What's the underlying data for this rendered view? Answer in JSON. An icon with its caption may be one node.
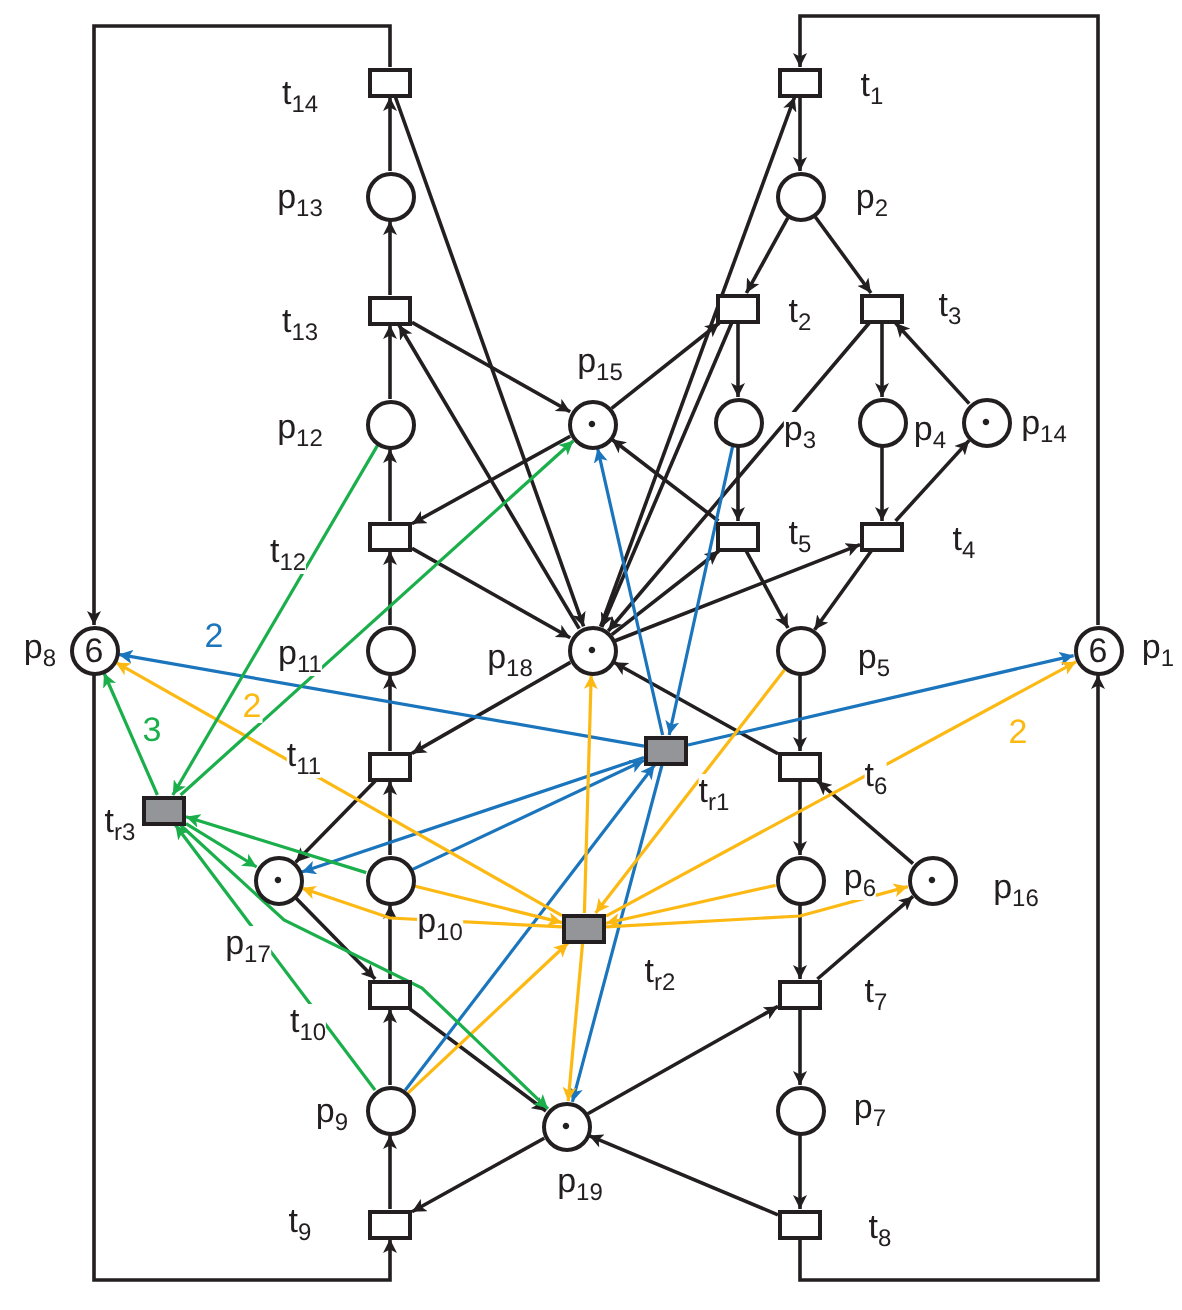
{
  "diagram": {
    "nodes": [
      {
        "text": [
          "6"
        ],
        "beside": [
          "p$_{1}$"
        ]
      },
      {
        "text": [],
        "shape": "circle",
        "beside": [
          "p$_{2}$"
        ]
      },
      {
        "text": [],
        "shape": "circle",
        "beside": [
          "p$_{3}$"
        ]
      },
      {
        "text": [],
        "shape": "circle",
        "beside": [
          "p$_{4}$"
        ]
      },
      {
        "text": [],
        "shape": "circle",
        "beside": [
          "p$_{5}$"
        ]
      },
      {
        "text": [],
        "shape": "circle",
        "beside": [
          "p$_{6}$"
        ]
      },
      {
        "text": [],
        "shape": "circle",
        "beside": [
          "p$_{7}$"
        ]
      },
      {
        "text": [
          "6"
        ],
        "beside": [
          "p$_{8}$"
        ]
      },
      {
        "text": [],
        "shape": "circle",
        "beside": [
          "p$_{9}$"
        ]
      },
      {
        "text": [],
        "shape": "circle",
        "beside": [
          "p$_{10}$"
        ]
      },
      {
        "text": [],
        "shape": "circle",
        "beside": [
          "p$_{11}$"
        ]
      },
      {
        "text": [],
        "shape": "circle",
        "beside": [
          "p$_{12}$"
        ]
      },
      {
        "text": [],
        "shape": "circle",
        "beside": [
          "p$_{13}$"
        ]
      },
      {
        "text": [
          "•"
        ],
        "beside": [
          "p$_{14}$"
        ]
      },
      {
        "text": [
          "•"
        ],
        "beside": [
          "p$_{15}$"
        ]
      },
      {
        "text": [
          "•"
        ],
        "beside": [
          "p$_{16}$"
        ]
      },
      {
        "text": [
          "•"
        ],
        "beside": [
          "p$_{17}$"
        ]
      },
      {
        "text": [
          "•"
        ],
        "beside": [
          "p$_{18}$"
        ]
      },
      {
        "text": [
          "•"
        ],
        "beside": [
          "p$_{19}$"
        ]
      },
      {
        "text": [],
        "shape": "box",
        "beside": [
          "t$_{1}$"
        ]
      },
      {
        "text": [],
        "shape": "box",
        "beside": [
          "t$_{2}$"
        ]
      },
      {
        "text": [],
        "shape": "box",
        "beside": [
          "t$_{3}$"
        ]
      },
      {
        "text": [],
        "shape": "box",
        "beside": [
          "t$_{4}$"
        ]
      },
      {
        "text": [],
        "shape": "box",
        "beside": [
          "t$_{5}$"
        ]
      },
      {
        "text": [],
        "shape": "box",
        "beside": [
          "t$_{6}$"
        ]
      },
      {
        "text": [],
        "shape": "box",
        "beside": [
          "t$_{7}$"
        ]
      },
      {
        "text": [],
        "shape": "box",
        "beside": [
          "t$_{8}$"
        ]
      },
      {
        "text": [],
        "shape": "box",
        "beside": [
          "t$_{9}$"
        ]
      },
      {
        "text": [],
        "shape": "box",
        "beside": [
          "t$_{10}$"
        ]
      },
      {
        "text": [],
        "shape": "box",
        "beside": [
          "t$_{11}$"
        ]
      },
      {
        "text": [],
        "shape": "box",
        "beside": [
          "t$_{12}$"
        ]
      },
      {
        "text": [],
        "shape": "box",
        "beside": [
          "t$_{13}$"
        ]
      },
      {
        "text": [],
        "shape": "box",
        "beside": [
          "t$_{14}$"
        ]
      },
      {
        "text": [],
        "shape": "box",
        "beside": [
          "t$_{r1}$"
        ]
      },
      {
        "text": [],
        "shape": "box",
        "beside": [
          "t$_{r2}$"
        ]
      },
      {
        "text": [],
        "shape": "box",
        "beside": [
          "t$_{r3}$"
        ]
      }
    ],
    "edges": [
      {
        "from": 19,
        "to": 1,
        "arrow": "to"
      },
      {
        "from": 1,
        "to": 20,
        "arrow": "to"
      },
      {
        "from": 1,
        "to": 21,
        "arrow": "to"
      },
      {
        "from": 20,
        "to": 2,
        "arrow": "to"
      },
      {
        "from": 21,
        "to": 3,
        "arrow": "to"
      },
      {
        "from": 2,
        "to": 23,
        "arrow": "to"
      },
      {
        "from": 3,
        "to": 22,
        "arrow": "to"
      },
      {
        "from": 13,
        "to": 21,
        "arrow": "to"
      },
      {
        "from": 22,
        "to": 13,
        "arrow": "to"
      },
      {
        "from": 23,
        "to": 4,
        "arrow": "to"
      },
      {
        "from": 22,
        "to": 4,
        "arrow": "to"
      },
      {
        "from": 4,
        "to": 24,
        "arrow": "to"
      },
      {
        "from": 24,
        "to": 5,
        "arrow": "to"
      },
      {
        "from": 5,
        "to": 25,
        "arrow": "to"
      },
      {
        "from": 25,
        "to": 6,
        "arrow": "to"
      },
      {
        "from": 6,
        "to": 26,
        "arrow": "to"
      },
      {
        "from": 15,
        "to": 24,
        "arrow": "to"
      },
      {
        "from": 25,
        "to": 15,
        "arrow": "to"
      },
      {
        "from": 26,
        "to": 18,
        "arrow": "to"
      },
      {
        "from": 18,
        "to": 25,
        "arrow": "to"
      },
      {
        "from": 18,
        "to": 27,
        "arrow": "to"
      },
      {
        "from": 27,
        "to": 8,
        "arrow": "to"
      },
      {
        "from": 8,
        "to": 28,
        "arrow": "to"
      },
      {
        "from": 28,
        "to": 9,
        "arrow": "to"
      },
      {
        "from": 9,
        "to": 29,
        "arrow": "to"
      },
      {
        "from": 29,
        "to": 10,
        "arrow": "to"
      },
      {
        "from": 10,
        "to": 30,
        "arrow": "to"
      },
      {
        "from": 30,
        "to": 11,
        "arrow": "to"
      },
      {
        "from": 11,
        "to": 31,
        "arrow": "to"
      },
      {
        "from": 31,
        "to": 12,
        "arrow": "to"
      },
      {
        "from": 12,
        "to": 32,
        "arrow": "to"
      },
      {
        "from": 32,
        "to": 7,
        "arrow": "to"
      },
      {
        "from": 7,
        "to": 27,
        "arrow": "to"
      },
      {
        "from": 26,
        "to": 0,
        "arrow": "to"
      },
      {
        "from": 0,
        "to": 19,
        "arrow": "to"
      },
      {
        "from": 28,
        "to": 18,
        "arrow": "to"
      },
      {
        "from": 16,
        "to": 28,
        "arrow": "to"
      },
      {
        "from": 29,
        "to": 16,
        "arrow": "to"
      },
      {
        "from": 17,
        "to": 29,
        "arrow": "to"
      },
      {
        "from": 30,
        "to": 17,
        "arrow": "to"
      },
      {
        "from": 14,
        "to": 30,
        "arrow": "to"
      },
      {
        "from": 31,
        "to": 14,
        "arrow": "to"
      },
      {
        "from": 17,
        "to": 31,
        "arrow": "to"
      },
      {
        "from": 32,
        "to": 17,
        "arrow": "to"
      },
      {
        "from": 17,
        "to": 19,
        "arrow": "to"
      },
      {
        "from": 20,
        "to": 17,
        "arrow": "to"
      },
      {
        "from": 21,
        "to": 17,
        "arrow": "to"
      },
      {
        "from": 14,
        "to": 20,
        "arrow": "to"
      },
      {
        "from": 23,
        "to": 14,
        "arrow": "to"
      },
      {
        "from": 17,
        "to": 23,
        "arrow": "to"
      },
      {
        "from": 17,
        "to": 22,
        "arrow": "to"
      },
      {
        "from": 24,
        "to": 17,
        "arrow": "to"
      },
      {
        "from": 33,
        "to": 7,
        "arrow": "to",
        "label": "2",
        "color": "#1b75bc"
      },
      {
        "from": 33,
        "to": 0,
        "arrow": "to",
        "color": "#1b75bc"
      },
      {
        "from": 33,
        "to": 14,
        "arrow": "to",
        "color": "#1b75bc"
      },
      {
        "from": 2,
        "to": 33,
        "arrow": "to",
        "color": "#1b75bc"
      },
      {
        "from": 33,
        "to": 18,
        "arrow": "to",
        "color": "#1b75bc"
      },
      {
        "from": 9,
        "to": 33,
        "arrow": "to",
        "color": "#1b75bc"
      },
      {
        "from": 33,
        "to": 16,
        "arrow": "to",
        "color": "#1b75bc"
      },
      {
        "from": 8,
        "to": 33,
        "arrow": "to",
        "color": "#1b75bc"
      },
      {
        "from": 34,
        "to": 7,
        "arrow": "to",
        "label": "2",
        "color": "#fdb913"
      },
      {
        "from": 34,
        "to": 0,
        "arrow": "to",
        "label": "2",
        "color": "#fdb913"
      },
      {
        "from": 34,
        "to": 17,
        "arrow": "to",
        "color": "#fdb913"
      },
      {
        "from": 34,
        "to": 18,
        "arrow": "to",
        "color": "#fdb913"
      },
      {
        "from": 8,
        "to": 34,
        "arrow": "to",
        "color": "#fdb913"
      },
      {
        "from": 9,
        "to": 34,
        "arrow": "to",
        "color": "#fdb913"
      },
      {
        "from": 34,
        "to": 16,
        "arrow": "to",
        "color": "#fdb913"
      },
      {
        "from": 4,
        "to": 34,
        "arrow": "to",
        "color": "#fdb913"
      },
      {
        "from": 5,
        "to": 34,
        "arrow": "to",
        "color": "#fdb913"
      },
      {
        "from": 34,
        "to": 15,
        "arrow": "to",
        "color": "#fdb913"
      },
      {
        "from": 35,
        "to": 7,
        "arrow": "to",
        "label": "3",
        "color": "#1aaf4b"
      },
      {
        "from": 11,
        "to": 35,
        "arrow": "to",
        "color": "#1aaf4b"
      },
      {
        "from": 35,
        "to": 14,
        "arrow": "to",
        "color": "#1aaf4b"
      },
      {
        "from": 9,
        "to": 35,
        "arrow": "to",
        "color": "#1aaf4b"
      },
      {
        "from": 35,
        "to": 16,
        "arrow": "to",
        "color": "#1aaf4b"
      },
      {
        "from": 8,
        "to": 35,
        "arrow": "to",
        "color": "#1aaf4b"
      },
      {
        "from": 35,
        "to": 18,
        "arrow": "to",
        "color": "#1aaf4b"
      }
    ]
  }
}
